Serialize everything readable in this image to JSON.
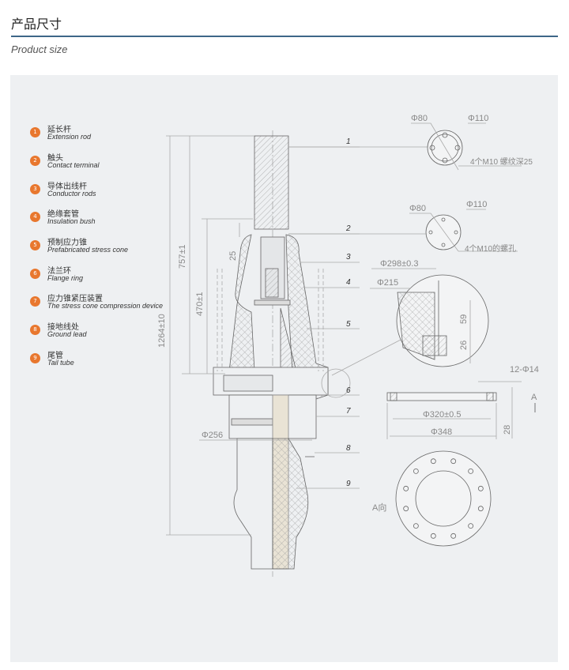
{
  "header": {
    "title_cn": "产品尺寸",
    "title_en": "Product size"
  },
  "legend": [
    {
      "n": "1",
      "cn": "延长杆",
      "en": "Extension rod"
    },
    {
      "n": "2",
      "cn": "触头",
      "en": "Contact terminal"
    },
    {
      "n": "3",
      "cn": "导体出线杆",
      "en": "Conductor rods"
    },
    {
      "n": "4",
      "cn": "绝缘套管",
      "en": "Insulation bush"
    },
    {
      "n": "5",
      "cn": "预制应力锥",
      "en": "Prefabricated stress cone"
    },
    {
      "n": "6",
      "cn": "法兰环",
      "en": "Flange ring"
    },
    {
      "n": "7",
      "cn": "应力锥紧压装置",
      "en": "The stress cone compression device"
    },
    {
      "n": "8",
      "cn": "接地线处",
      "en": "Ground lead"
    },
    {
      "n": "9",
      "cn": "尾管",
      "en": "Tail tube"
    }
  ],
  "accent_color": "#e8772e",
  "drawing": {
    "callouts": [
      "1",
      "2",
      "3",
      "4",
      "5",
      "6",
      "7",
      "8",
      "9"
    ],
    "dims": {
      "total": "1264±10",
      "upper": "757±1",
      "mid": "470±1",
      "gap": "25",
      "base_dia": "Φ256",
      "top1_d80": "Φ80",
      "top1_d110": "Φ110",
      "top1_note": "4个M10 螺纹深25",
      "top2_d80": "Φ80",
      "top2_d110": "Φ110",
      "top2_note": "4个M10的螺孔",
      "d298": "Φ298±0.3",
      "d215": "Φ215",
      "h59": "59",
      "h26": "26",
      "holes": "12-Φ14",
      "view_arrow": "A",
      "d320": "Φ320±0.5",
      "d348": "Φ348",
      "h28": "28",
      "view_label": "A向"
    }
  }
}
